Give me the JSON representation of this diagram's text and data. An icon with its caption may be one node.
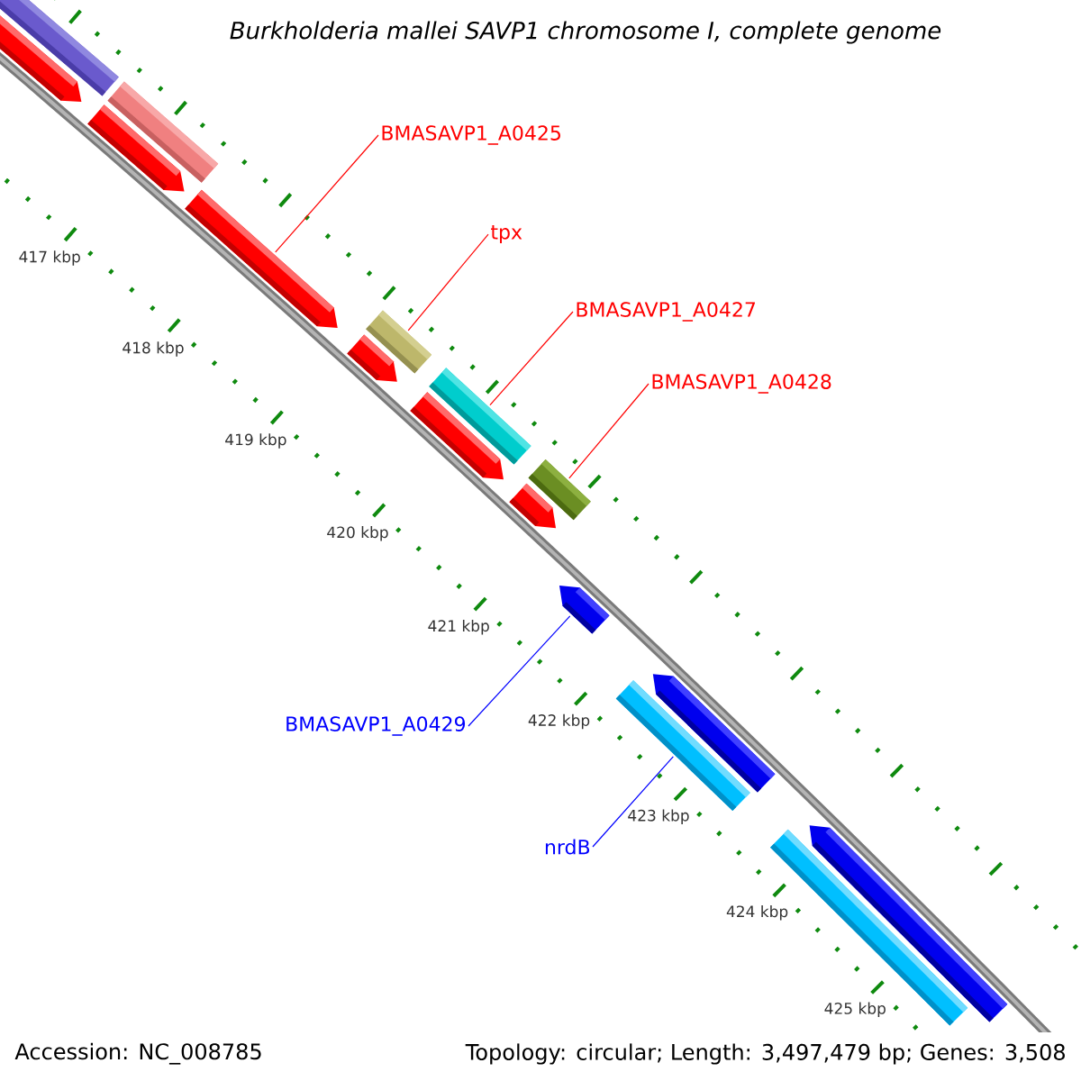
{
  "diagram": {
    "title": "Burkholderia mallei SAVP1 chromosome I, complete genome",
    "nodes": [
      {
        "text": [
          "BMASAVP1_A0425"
        ]
      },
      {
        "text": [
          "tpx"
        ]
      },
      {
        "text": [
          "BMASAVP1_A0427"
        ]
      },
      {
        "text": [
          "BMASAVP1_A0428"
        ]
      },
      {
        "text": [
          "BMASAVP1_A0429"
        ]
      },
      {
        "text": [
          "nrdB"
        ]
      },
      {
        "text": [],
        "shape": "bar"
      },
      {
        "text": [],
        "shape": "arrow"
      },
      {
        "text": [],
        "shape": "arrow"
      },
      {
        "text": [],
        "shape": "bar"
      },
      {
        "text": [],
        "shape": "arrow"
      },
      {
        "text": [],
        "shape": "bar"
      },
      {
        "text": [],
        "shape": "arrow"
      },
      {
        "text": [],
        "shape": "bar"
      },
      {
        "text": [],
        "shape": "arrow"
      },
      {
        "text": [],
        "shape": "bar"
      },
      {
        "text": [],
        "shape": "arrow"
      },
      {
        "text": [],
        "shape": "arrow"
      },
      {
        "text": [],
        "shape": "bar"
      },
      {
        "text": [],
        "shape": "arrow"
      },
      {
        "text": [],
        "shape": "bar"
      },
      {
        "text": [],
        "shape": "arrow"
      }
    ],
    "edges": [
      {
        "from": 0,
        "to": 10,
        "arrow": "none"
      },
      {
        "from": 1,
        "to": 11,
        "arrow": "none"
      },
      {
        "from": 2,
        "to": 13,
        "arrow": "none"
      },
      {
        "from": 3,
        "to": 15,
        "arrow": "none"
      },
      {
        "from": 4,
        "to": 17,
        "arrow": "none",
        "color": "#0000ff"
      },
      {
        "from": 5,
        "to": 18,
        "arrow": "none",
        "color": "#0000ff"
      }
    ],
    "labels": [
      "417 kbp",
      "418 kbp",
      "419 kbp",
      "420 kbp",
      "421 kbp",
      "422 kbp",
      "423 kbp",
      "424 kbp",
      "425 kbp",
      "Accession: NC_008785",
      "Topology: circular; Length: 3,497,479 bp; Genes: 3,508"
    ]
  }
}
